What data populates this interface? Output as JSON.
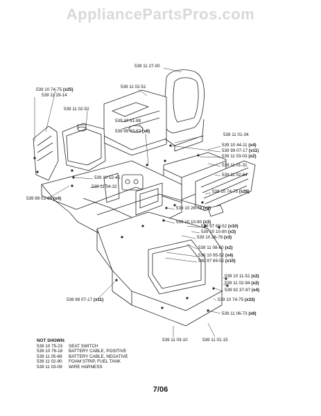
{
  "watermark": "AppliancePartsPros.com",
  "labels": [
    {
      "id": "seat",
      "text": "539 11 27-00",
      "qty": ""
    },
    {
      "id": "console",
      "text": "539 11 02-51",
      "qty": ""
    },
    {
      "id": "bolt-top",
      "text": "539 10 74-75 ",
      "qty": "(x25)"
    },
    {
      "id": "tank-bracket",
      "text": "539 11 29-14",
      "qty": ""
    },
    {
      "id": "tank-cap",
      "text": "539 11 02-52",
      "qty": ""
    },
    {
      "id": "seat-pan",
      "text": "539 10 61-88",
      "qty": ""
    },
    {
      "id": "screw-x8",
      "text": "539 99 03-62 ",
      "qty": "(x8)"
    },
    {
      "id": "seat-hinge",
      "text": "539 11 01-34",
      "qty": ""
    },
    {
      "id": "nut-x4",
      "text": "539 10 44-11 ",
      "qty": "(x4)"
    },
    {
      "id": "washer-x11",
      "text": "539 99 07-17 ",
      "qty": "(x11)"
    },
    {
      "id": "clip-x2",
      "text": "539 11 03-03 ",
      "qty": "(x2)"
    },
    {
      "id": "fender-right",
      "text": "539 11 01-31",
      "qty": ""
    },
    {
      "id": "footrest",
      "text": "539 11 02-84",
      "qty": ""
    },
    {
      "id": "grommet",
      "text": "539 10 52-45",
      "qty": ""
    },
    {
      "id": "bolt-x28",
      "text": "539 10 74-75 ",
      "qty": "(x28)"
    },
    {
      "id": "panel",
      "text": "539 11 04-32",
      "qty": ""
    },
    {
      "id": "bolt-x3a",
      "text": "539 10 26-78 ",
      "qty": "(x3)"
    },
    {
      "id": "screw-x3a",
      "text": "539 10 10-80 ",
      "qty": "(x3)"
    },
    {
      "id": "washer-x10",
      "text": "539 97 69-52 ",
      "qty": "(x10)"
    },
    {
      "id": "screw-x3b",
      "text": "539 10 10-80 ",
      "qty": "(x3)"
    },
    {
      "id": "bolt-x3b",
      "text": "539 10 26-78 ",
      "qty": "(x3)"
    },
    {
      "id": "tank-screw",
      "text": "539 99 03-69 ",
      "qty": "(x4)"
    },
    {
      "id": "strip-x2",
      "text": "539 11 08-60 ",
      "qty": "(x2)"
    },
    {
      "id": "bolt-x4",
      "text": "539 10 95-52 ",
      "qty": "(x4)"
    },
    {
      "id": "washer-x10b",
      "text": "539 97 69-52 ",
      "qty": "(x10)"
    },
    {
      "id": "nut-x2",
      "text": "539 10 11-51 ",
      "qty": "(x2)"
    },
    {
      "id": "pad-x2",
      "text": "539 11 02-94 ",
      "qty": "(x2)"
    },
    {
      "id": "screw-x4",
      "text": "539 92 37-87 ",
      "qty": "(x4)"
    },
    {
      "id": "washer-x11b",
      "text": "539 99 07-17 ",
      "qty": "(x11)"
    },
    {
      "id": "bolt-x33",
      "text": "539 10 74-75 ",
      "qty": "(x33)"
    },
    {
      "id": "clip-x8",
      "text": "539 11 06-73 ",
      "qty": "(x8)"
    },
    {
      "id": "rear-bracket",
      "text": "539 11 03-10",
      "qty": ""
    },
    {
      "id": "fender-main",
      "text": "539 11 01-15",
      "qty": ""
    }
  ],
  "not_shown": {
    "title": "NOT SHOWN:",
    "items": [
      {
        "pn": "539 10 75-23",
        "desc": "SEAT SWITCH"
      },
      {
        "pn": "539 10 76-18",
        "desc": "BATTERY CABLE, POSITIVE"
      },
      {
        "pn": "539 11 05-68",
        "desc": "BATTERY CABLE, NEGATIVE"
      },
      {
        "pn": "539 11 02-90",
        "desc": "FOAM STRIP, FUEL TANK"
      },
      {
        "pn": "539 11 03-09",
        "desc": "WIRE HARNESS"
      }
    ]
  },
  "date_code": "7/06"
}
